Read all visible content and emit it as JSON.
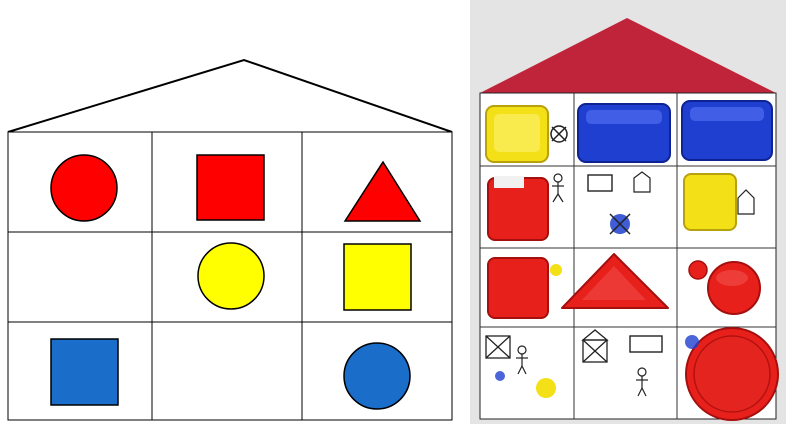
{
  "colors": {
    "red": "#ff0000",
    "yellow": "#ffff00",
    "blue": "#1a6dc9",
    "outline": "#000000",
    "roof_photo": "#c0243a",
    "piece_red": "#e8201c",
    "piece_yellow": "#f4e017",
    "piece_blue": "#1f3fd0",
    "background_photo": "#e9e9e9"
  },
  "left_board": {
    "rows": 3,
    "cols": 3,
    "cells": [
      {
        "shape": "circle",
        "color": "red"
      },
      {
        "shape": "square",
        "color": "red"
      },
      {
        "shape": "triangle",
        "color": "red"
      },
      {
        "shape": "",
        "color": ""
      },
      {
        "shape": "circle",
        "color": "yellow"
      },
      {
        "shape": "square",
        "color": "yellow"
      },
      {
        "shape": "square",
        "color": "blue"
      },
      {
        "shape": "",
        "color": ""
      },
      {
        "shape": "circle",
        "color": "blue"
      }
    ]
  },
  "right_board": {
    "description_shapes": [
      "yellow-block",
      "blue-block",
      "blue-block",
      "red-block",
      "symbol-card",
      "yellow-block",
      "red-block",
      "red-triangle",
      "red-round-cap",
      "symbol-card",
      "symbol-card",
      "red-round-cap"
    ]
  }
}
